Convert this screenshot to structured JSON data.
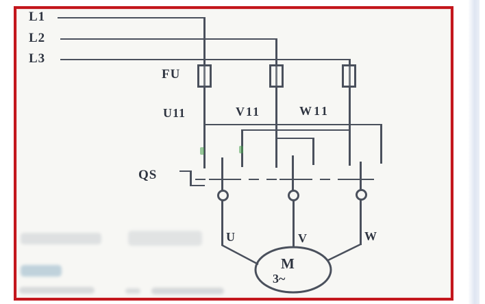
{
  "diagram": {
    "description": "Scanned schematic: three-phase motor with reversing knife switch",
    "supply_lines": [
      "L1",
      "L2",
      "L3"
    ],
    "fuse_label": "FU",
    "terminal_labels": [
      "U11",
      "V11",
      "W11"
    ],
    "switch_label": "QS",
    "motor_terminal_labels": [
      "U",
      "V",
      "W"
    ],
    "motor": {
      "letter": "M",
      "phase": "3~"
    },
    "colors": {
      "frame_border": "#c3161c",
      "wire": "#4a505c",
      "text": "#2e3440",
      "canvas": "#f7f7f4",
      "page": "#ffffff",
      "edge_strip": "#d9e1ef",
      "speck": "#49a14f"
    }
  }
}
